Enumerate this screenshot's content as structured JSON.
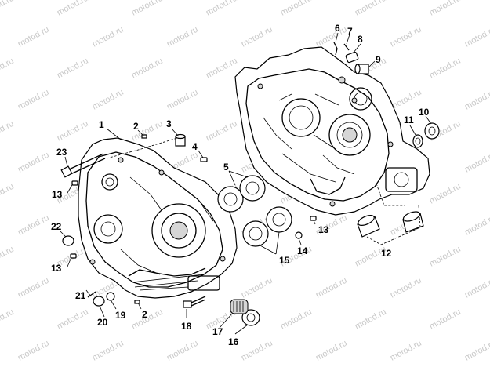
{
  "watermark": "motod.ru",
  "parts": [
    {
      "id": "1",
      "label": "1"
    },
    {
      "id": "2a",
      "label": "2"
    },
    {
      "id": "2b",
      "label": "2"
    },
    {
      "id": "3",
      "label": "3"
    },
    {
      "id": "4",
      "label": "4"
    },
    {
      "id": "5",
      "label": "5"
    },
    {
      "id": "6",
      "label": "6"
    },
    {
      "id": "7",
      "label": "7"
    },
    {
      "id": "8",
      "label": "8"
    },
    {
      "id": "9",
      "label": "9"
    },
    {
      "id": "10",
      "label": "10"
    },
    {
      "id": "11",
      "label": "11"
    },
    {
      "id": "12",
      "label": "12"
    },
    {
      "id": "13a",
      "label": "13"
    },
    {
      "id": "13b",
      "label": "13"
    },
    {
      "id": "13c",
      "label": "13"
    },
    {
      "id": "14",
      "label": "14"
    },
    {
      "id": "15",
      "label": "15"
    },
    {
      "id": "16",
      "label": "16"
    },
    {
      "id": "17",
      "label": "17"
    },
    {
      "id": "18",
      "label": "18"
    },
    {
      "id": "19",
      "label": "19"
    },
    {
      "id": "20",
      "label": "20"
    },
    {
      "id": "21",
      "label": "21"
    },
    {
      "id": "22",
      "label": "22"
    },
    {
      "id": "23",
      "label": "23"
    }
  ]
}
